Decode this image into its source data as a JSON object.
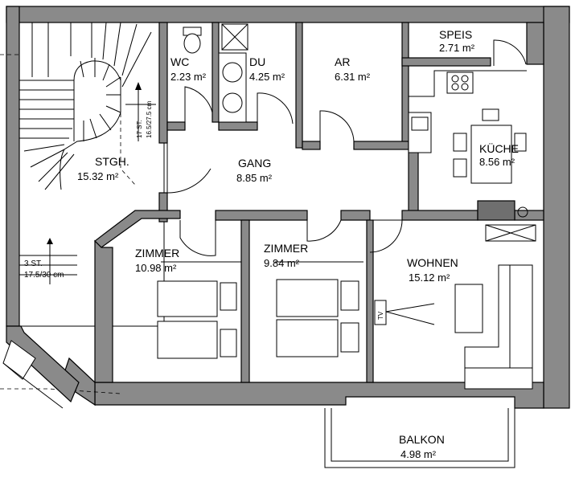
{
  "rooms": {
    "wc": {
      "name": "WC",
      "area": "2.23 m²"
    },
    "du": {
      "name": "DU",
      "area": "4.25 m²"
    },
    "ar": {
      "name": "AR",
      "area": "6.31 m²"
    },
    "speis": {
      "name": "SPEIS",
      "area": "2.71 m²"
    },
    "kueche": {
      "name": "KÜCHE",
      "area": "8.56 m²"
    },
    "stgh": {
      "name": "STGH.",
      "area": "15.32 m²"
    },
    "gang": {
      "name": "GANG",
      "area": "8.85 m²"
    },
    "zimmer1": {
      "name": "ZIMMER",
      "area": "10.98 m²"
    },
    "zimmer2": {
      "name": "ZIMMER",
      "area": "9.84 m²"
    },
    "wohnen": {
      "name": "WOHNEN",
      "area": "15.12 m²"
    },
    "balkon": {
      "name": "BALKON",
      "area": "4.98 m²"
    }
  },
  "stairs": {
    "upper": {
      "steps": "17 ST.",
      "dims": "16.5/27.5 cm"
    },
    "lower": {
      "steps": "3 ST.",
      "dims": "17.5/30 cm"
    }
  },
  "fixtures": {
    "tv": "TV"
  }
}
